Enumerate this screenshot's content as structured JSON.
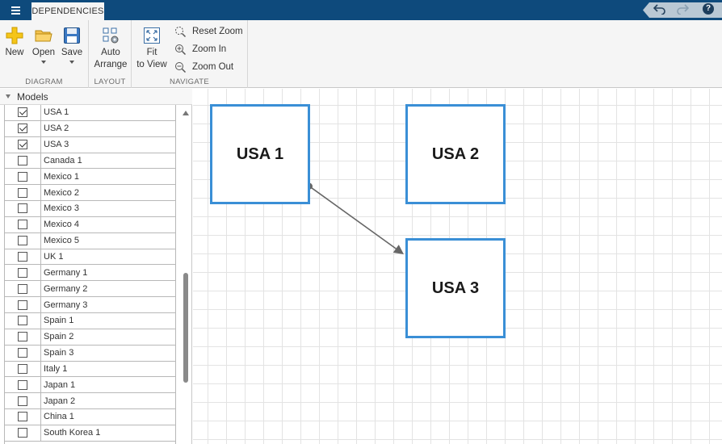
{
  "titlebar": {
    "tab_label": "DEPENDENCIES",
    "help_label": "?"
  },
  "toolstrip": {
    "diagram": {
      "label": "DIAGRAM",
      "new": "New",
      "open": "Open",
      "save": "Save"
    },
    "layout": {
      "label": "LAYOUT",
      "auto_arrange_line1": "Auto",
      "auto_arrange_line2": "Arrange"
    },
    "navigate": {
      "label": "NAVIGATE",
      "fit_line1": "Fit",
      "fit_line2": "to View",
      "reset_zoom": "Reset Zoom",
      "zoom_in": "Zoom In",
      "zoom_out": "Zoom Out"
    }
  },
  "models": {
    "header": "Models",
    "items": [
      {
        "label": "USA 1",
        "checked": true
      },
      {
        "label": "USA 2",
        "checked": true
      },
      {
        "label": "USA 3",
        "checked": true
      },
      {
        "label": "Canada 1",
        "checked": false
      },
      {
        "label": "Mexico 1",
        "checked": false
      },
      {
        "label": "Mexico 2",
        "checked": false
      },
      {
        "label": "Mexico 3",
        "checked": false
      },
      {
        "label": "Mexico 4",
        "checked": false
      },
      {
        "label": "Mexico 5",
        "checked": false
      },
      {
        "label": "UK 1",
        "checked": false
      },
      {
        "label": "Germany 1",
        "checked": false
      },
      {
        "label": "Germany 2",
        "checked": false
      },
      {
        "label": "Germany 3",
        "checked": false
      },
      {
        "label": "Spain 1",
        "checked": false
      },
      {
        "label": "Spain 2",
        "checked": false
      },
      {
        "label": "Spain 3",
        "checked": false
      },
      {
        "label": "Italy 1",
        "checked": false
      },
      {
        "label": "Japan 1",
        "checked": false
      },
      {
        "label": "Japan 2",
        "checked": false
      },
      {
        "label": "China 1",
        "checked": false
      },
      {
        "label": "South Korea 1",
        "checked": false
      }
    ]
  },
  "diagram": {
    "nodes": [
      "USA 1",
      "USA 2",
      "USA 3"
    ],
    "edges": [
      {
        "from": "USA 1",
        "to": "USA 3"
      }
    ]
  },
  "colors": {
    "titlebar": "#0e4a7c",
    "node_border": "#3a8fd6",
    "edge": "#666666"
  }
}
